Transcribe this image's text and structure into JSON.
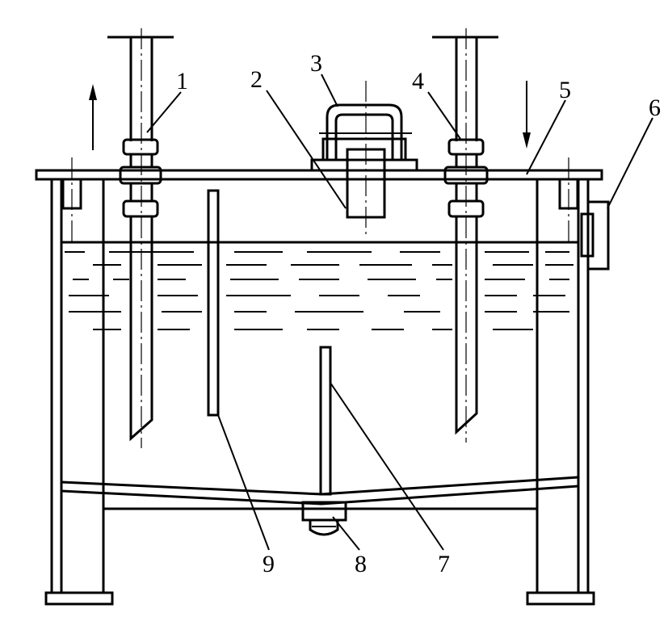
{
  "labels": [
    {
      "id": "1",
      "text": "1",
      "name": "label-1-inlet-pipe-nut"
    },
    {
      "id": "2",
      "text": "2",
      "name": "label-2-vent-tube"
    },
    {
      "id": "3",
      "text": "3",
      "name": "label-3-vent-cap"
    },
    {
      "id": "4",
      "text": "4",
      "name": "label-4-outlet-pipe-nut"
    },
    {
      "id": "5",
      "text": "5",
      "name": "label-5-tank-cover"
    },
    {
      "id": "6",
      "text": "6",
      "name": "label-6-side-fitting"
    },
    {
      "id": "7",
      "text": "7",
      "name": "label-7-center-baffle"
    },
    {
      "id": "8",
      "text": "8",
      "name": "label-8-drain-plug"
    },
    {
      "id": "9",
      "text": "9",
      "name": "label-9-left-baffle"
    }
  ],
  "arrows": [
    {
      "name": "flow-arrow-up",
      "direction": "up"
    },
    {
      "name": "flow-arrow-down",
      "direction": "down"
    }
  ],
  "colors": {
    "line": "#000000",
    "background": "#ffffff"
  }
}
